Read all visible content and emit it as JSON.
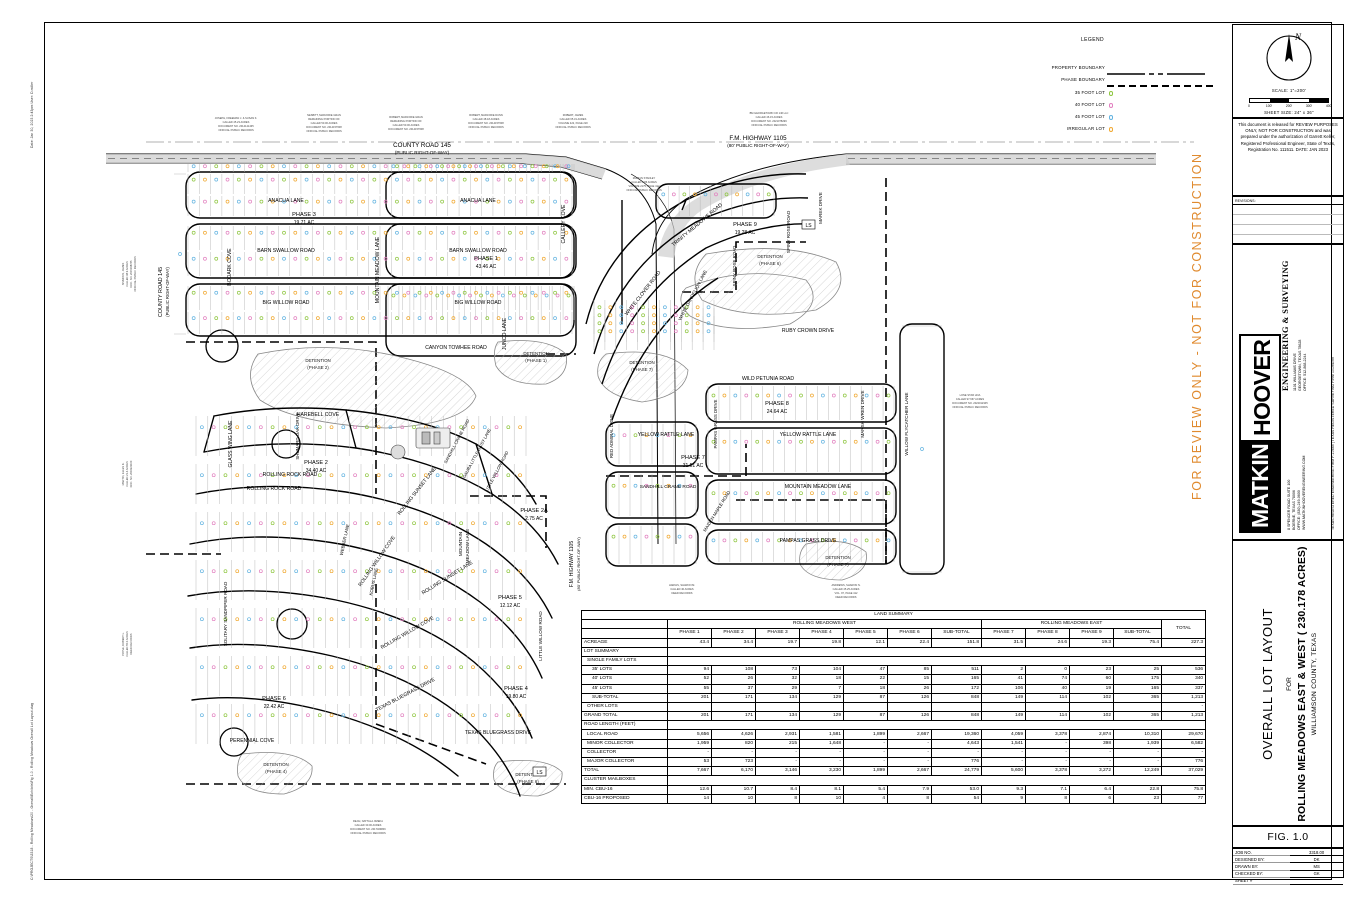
{
  "plot_stamps": {
    "top": "Date: Jan 30, 2023  2:43pm  User: D.miller",
    "bottom": "C:\\PROJECTS\\3318 - Rolling Meadows\\20 - Overall\\Exhibits\\Fig 1.0 - Rolling Meadows Overall Lot Layout.dwg"
  },
  "legend": {
    "title": "LEGEND",
    "items": [
      {
        "label": "PROPERTY BOUNDARY",
        "style": "dash-dot-line",
        "color": "#000000"
      },
      {
        "label": "PHASE BOUNDARY",
        "style": "dashed-line",
        "color": "#000000"
      },
      {
        "label": "35 FOOT LOT",
        "style": "dot",
        "color": "#8ec63f"
      },
      {
        "label": "40 FOOT LOT",
        "style": "dot",
        "color": "#e27fbf"
      },
      {
        "label": "45 FOOT LOT",
        "style": "dot",
        "color": "#62b3e0"
      },
      {
        "label": "IRREGULAR LOT",
        "style": "dot",
        "color": "#f0a830"
      }
    ]
  },
  "north_block": {
    "north_letter": "N",
    "scale_label": "SCALE: 1\"=200'",
    "scale_ticks": [
      "0",
      "100'",
      "200'",
      "300'",
      "400'"
    ],
    "sheet_size": "SHEET SIZE: 24\" x 36\""
  },
  "release_note": "This document is released for REVIEW PURPOSES ONLY, NOT FOR CONSTRUCTION and was prepared under the authorization of Garrett Keller, Registered Professional Engineer, State of Texas, Registration No. 111511. DATE: JAN 2023",
  "revisions_label": "REVISIONS:",
  "logo": {
    "name_left": "MATKIN",
    "name_right": "HOOVER",
    "subtitle": "ENGINEERING\n& SURVEYING",
    "address_left": "8 SPENCER ROAD SUITE 100\nBOERNE, TEXAS 78006\nOFFICE: (830) 249-0600\nWWW.MATKINHOOVERENGINEERING.COM",
    "address_right": "1101 WILLIAMS DRIVE\nGEORGETOWN, TEXAS 78628\nOFFICE: 512-868-2244",
    "tx_reg": "TEXAS REGISTERED ENGINEERING FIRM F-10645 | TEXAS REGISTERED SURVEYING FIRM 10194099"
  },
  "title_block": {
    "main": "OVERALL LOT LAYOUT",
    "for": "FOR",
    "project": "ROLLING MEADOWS EAST & WEST ( 230.178 ACRES)",
    "county": "WILLIAMSON COUNTY, TEXAS",
    "figure": "FIG. 1.0",
    "fields": [
      {
        "key": "JOB NO.",
        "value": "3318.00"
      },
      {
        "key": "DESIGNED BY:",
        "value": "DK"
      },
      {
        "key": "DRAWN BY:",
        "value": "MS"
      },
      {
        "key": "CHECKED BY:",
        "value": "GK"
      },
      {
        "key": "SHEET #",
        "value": ""
      }
    ]
  },
  "watermark": "FOR REVIEW ONLY - NOT FOR CONSTRUCTION",
  "map": {
    "highways": [
      {
        "name": "COUNTY ROAD 145",
        "sub": "(PUBLIC RIGHT-OF-WAY)"
      },
      {
        "name": "F.M. HIGHWAY 1105",
        "sub": "(80' PUBLIC RIGHT-OF-WAY)"
      },
      {
        "name": "COUNTY ROAD 145",
        "sub": "(PUBLIC RIGHT-OF-WAY)"
      },
      {
        "name": "F.M. HIGHWAY 1105",
        "sub": "(80' PUBLIC RIGHT-OF-WAY)"
      }
    ],
    "phases": [
      {
        "label": "PHASE 1",
        "acres": "43.46 AC"
      },
      {
        "label": "PHASE 2",
        "acres": "34.40 AC"
      },
      {
        "label": "PHASE 2A",
        "acres": "2.75 AC"
      },
      {
        "label": "PHASE 3",
        "acres": "19.71 AC"
      },
      {
        "label": "PHASE 4",
        "acres": "19.80 AC"
      },
      {
        "label": "PHASE 5",
        "acres": "12.12 AC"
      },
      {
        "label": "PHASE 6",
        "acres": "22.42 AC"
      },
      {
        "label": "PHASE 7",
        "acres": "31.51 AC"
      },
      {
        "label": "PHASE 8",
        "acres": "24.64 AC"
      },
      {
        "label": "PHASE 9",
        "acres": "19.28 AC"
      }
    ],
    "detentions": [
      "DETENTION (PHASE 1)",
      "DETENTION (PHASE 2)",
      "DETENTION (PHASE 4)",
      "DETENTION (PHASE 6)",
      "DETENTION (PHASE 7)",
      "DETENTION (PHASE 7)",
      "DETENTION (PHASE 6)"
    ],
    "streets_west": [
      "ANACUA LANE",
      "ANACUA LANE",
      "BARN SWALLOW ROAD",
      "BARN SWALLOW ROAD",
      "BIG WILLOW ROAD",
      "BIG WILLOW ROAD",
      "CANYON TOWHEE ROAD",
      "BODARK COVE",
      "CALLERY COVE",
      "JUNCO LANE",
      "MOUNTAIN MEADOW LANE",
      "HAREBELL COVE",
      "GLASS WING LANE",
      "SHUMARD OAK DRIVE",
      "ROLLING ROCK ROAD",
      "ROLLING ROCK ROAD",
      "ROLLING SUNSET LANE",
      "ROLLING SUNSET LANE",
      "ROLLING WILLOW COVE",
      "ROLLING WILLOW COVE",
      "WEBBER LANE",
      "KOBUS LANE",
      "SOLITARY SANDPIPER ROAD",
      "TEXAS BLUEGRASS DRIVE",
      "LITTLE WILLOW ROAD",
      "PERENNIAL COVE",
      "SANDHILL CRANE ROAD",
      "GAURA LITTLE DAISY LANE",
      "MOUNTAIN MEADOW LANE"
    ],
    "streets_east": [
      "TRINITY MEADOWS ROAD",
      "WHITE CLOVER ROAD",
      "WHITE DANDELION LANE",
      "SPINY ROSE ROAD",
      "MAREK DRIVE",
      "RUBY CROWN DRIVE",
      "WILD PETUNIA ROAD",
      "YELLOW RATTLE LANE",
      "YELLOW RATTLE LANE",
      "MOUNTAIN MEADOW LANE",
      "PAMPAS GRASS DRIVE",
      "PAMPAS GRASS DRIVE",
      "WILLOW FLYCATCHER LANE",
      "MARSH WREN DRIVE",
      "RED ADMIRAL DRIVE",
      "SANDHILL CRANE ROAD",
      "MAIDEN MAPLE ROAD"
    ],
    "ls_markers": [
      "LS",
      "LS"
    ]
  },
  "chart_data": {
    "type": "table",
    "title": "LAND SUMMARY",
    "group_headers": [
      {
        "label": "ROLLING MEADOWS WEST",
        "span": 7
      },
      {
        "label": "ROLLING MEADOWS EAST",
        "span": 4
      },
      {
        "label": "TOTAL",
        "span": 1
      }
    ],
    "columns": [
      "",
      "PHASE 1",
      "PHASE 2",
      "PHASE 3",
      "PHASE 4",
      "PHASE 5",
      "PHASE 6",
      "SUB-TOTAL",
      "PHASE 7",
      "PHASE 8",
      "PHASE 9",
      "SUB-TOTAL",
      "TOTAL"
    ],
    "rows": [
      {
        "label": "ACREAGE",
        "indent": 0,
        "section": false,
        "values": [
          "43.4",
          "34.4",
          "19.7",
          "19.8",
          "12.1",
          "22.4",
          "151.8",
          "31.5",
          "24.6",
          "19.3",
          "75.4",
          "227.3"
        ]
      },
      {
        "label": "LOT SUMMARY",
        "indent": 0,
        "section": true,
        "values": []
      },
      {
        "label": "SINGLE FAMILY LOTS",
        "indent": 1,
        "section": true,
        "values": []
      },
      {
        "label": "35' LOTS",
        "indent": 2,
        "section": false,
        "values": [
          "94",
          "108",
          "73",
          "104",
          "47",
          "85",
          "511",
          "2",
          "0",
          "23",
          "25",
          "536"
        ]
      },
      {
        "label": "40' LOTS",
        "indent": 2,
        "section": false,
        "values": [
          "52",
          "26",
          "32",
          "18",
          "22",
          "15",
          "165",
          "41",
          "74",
          "60",
          "175",
          "340"
        ]
      },
      {
        "label": "45' LOTS",
        "indent": 2,
        "section": false,
        "values": [
          "55",
          "37",
          "29",
          "7",
          "18",
          "26",
          "172",
          "106",
          "40",
          "19",
          "165",
          "337"
        ]
      },
      {
        "label": "SUB-TOTAL",
        "indent": 2,
        "section": false,
        "values": [
          "201",
          "171",
          "134",
          "129",
          "87",
          "126",
          "848",
          "149",
          "114",
          "102",
          "365",
          "1,213"
        ]
      },
      {
        "label": "OTHER LOTS",
        "indent": 1,
        "section": false,
        "values": [
          "",
          "",
          "",
          "",
          "",
          "",
          "",
          "",
          "",
          "",
          "",
          "-"
        ]
      },
      {
        "label": "GRAND TOTAL",
        "indent": 0,
        "section": false,
        "values": [
          "201",
          "171",
          "134",
          "129",
          "87",
          "126",
          "848",
          "149",
          "114",
          "102",
          "365",
          "1,213"
        ]
      },
      {
        "label": "ROAD LENGTH (FEET)",
        "indent": 0,
        "section": true,
        "values": []
      },
      {
        "label": "LOCAL ROAD",
        "indent": 1,
        "section": false,
        "values": [
          "5,656",
          "4,626",
          "2,931",
          "1,581",
          "1,899",
          "2,667",
          "19,360",
          "4,059",
          "3,378",
          "2,874",
          "10,310",
          "29,670"
        ]
      },
      {
        "label": "MINOR COLLECTOR",
        "indent": 1,
        "section": false,
        "values": [
          "1,959",
          "820",
          "215",
          "1,648",
          "-",
          "-",
          "4,643",
          "1,541",
          "-",
          "398",
          "1,939",
          "6,582"
        ]
      },
      {
        "label": "COLLECTOR",
        "indent": 1,
        "section": false,
        "values": [
          "-",
          "-",
          "-",
          "-",
          "-",
          "-",
          "-",
          "-",
          "-",
          "-",
          "-",
          "-"
        ]
      },
      {
        "label": "MAJOR COLLECTOR",
        "indent": 1,
        "section": false,
        "values": [
          "53",
          "723",
          "-",
          "-",
          "-",
          "-",
          "776",
          "-",
          "-",
          "-",
          "-",
          "776"
        ]
      },
      {
        "label": "TOTAL",
        "indent": 0,
        "section": false,
        "values": [
          "7,667",
          "6,170",
          "3,146",
          "3,230",
          "1,899",
          "2,667",
          "24,779",
          "5,600",
          "3,378",
          "3,272",
          "12,249",
          "37,029"
        ]
      },
      {
        "label": "CLUSTER MAILBOXES",
        "indent": 0,
        "section": true,
        "values": []
      },
      {
        "label": "MIN. CBU-16",
        "indent": 0,
        "section": false,
        "values": [
          "12.6",
          "10.7",
          "8.4",
          "8.1",
          "5.4",
          "7.9",
          "53.0",
          "9.3",
          "7.1",
          "6.4",
          "22.8",
          "75.8"
        ]
      },
      {
        "label": "CBU-16 PROPOSED",
        "indent": 0,
        "section": false,
        "values": [
          "14",
          "10",
          "8",
          "10",
          "4",
          "8",
          "54",
          "9",
          "8",
          "6",
          "23",
          "77"
        ]
      }
    ]
  }
}
